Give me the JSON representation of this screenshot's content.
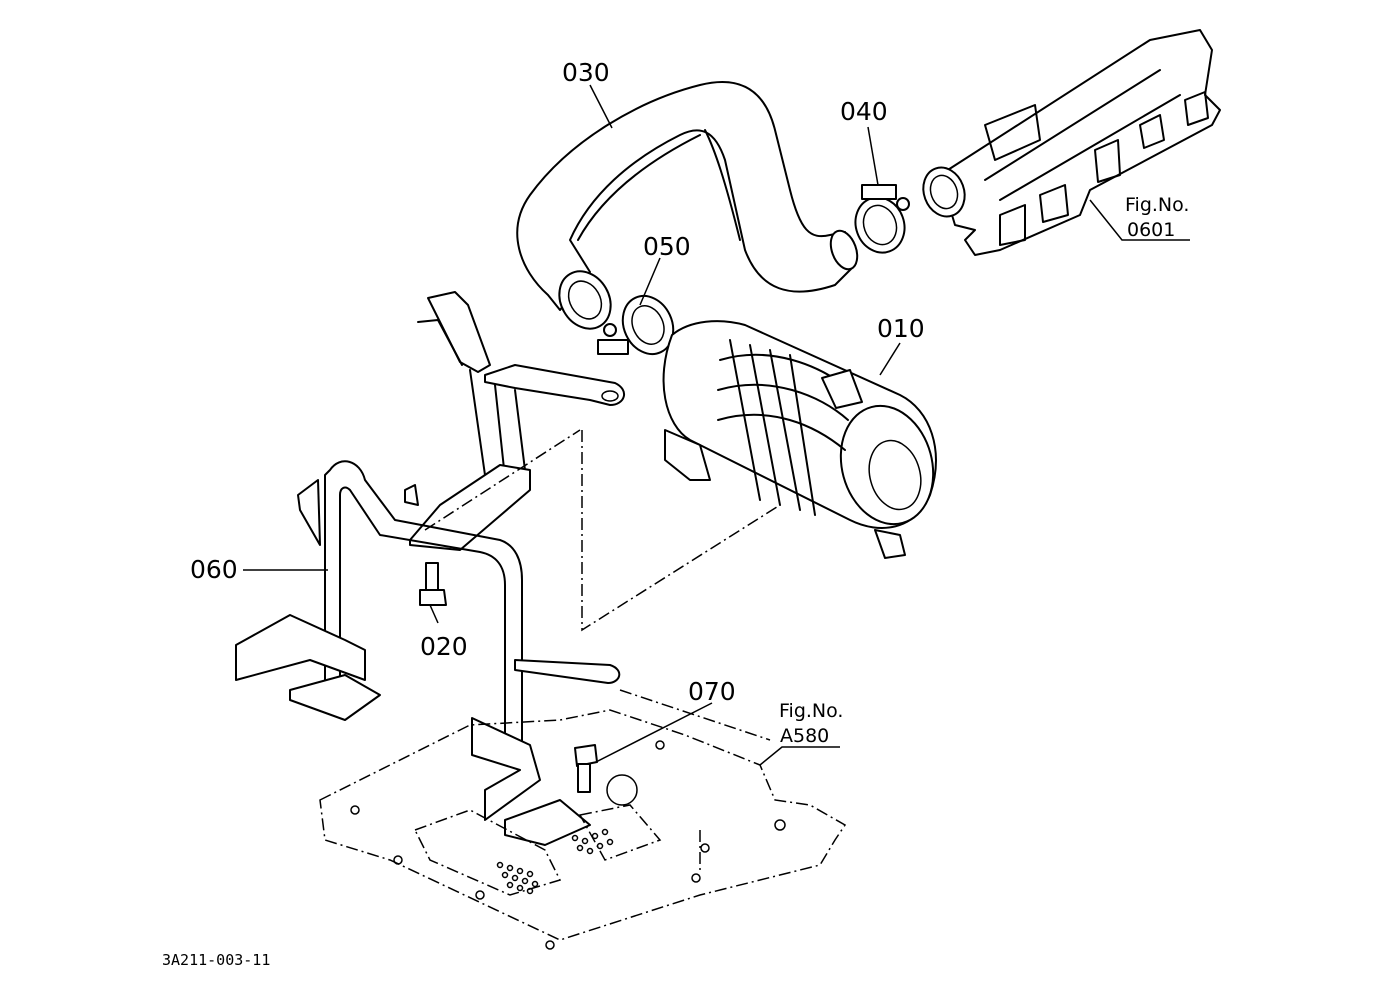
{
  "part_labels": [
    "030",
    "040",
    "050",
    "010",
    "060",
    "020",
    "070"
  ],
  "fig_refs": [
    {
      "prefix": "Fig.No.",
      "number": "0601"
    },
    {
      "prefix": "Fig.No.",
      "number": "A580"
    }
  ],
  "drawing_code": "3A211-003-11"
}
